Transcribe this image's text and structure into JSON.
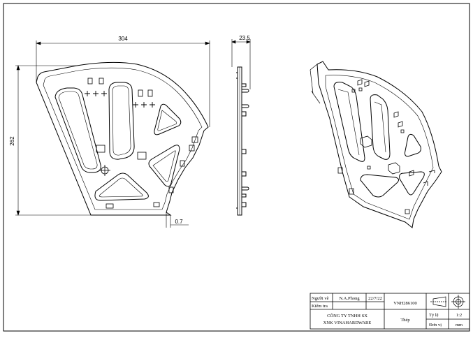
{
  "dimensions": {
    "width": "304",
    "height": "262",
    "thickness": "23.5",
    "offset": "0.7"
  },
  "title_block": {
    "drawn_by_label": "Người vẽ",
    "drawn_by": "N.A.Phong",
    "date": "22/7/22",
    "checked_by_label": "Kiểm tra",
    "drawing_number": "VNH286100",
    "company_line1": "CÔNG TY TNHH SX",
    "company_line2": "XNK VINAHARDWARE",
    "material": "Thép",
    "scale_label": "Tỷ lệ",
    "scale": "1:2",
    "unit_label": "Đơn vị",
    "unit": "mm"
  }
}
